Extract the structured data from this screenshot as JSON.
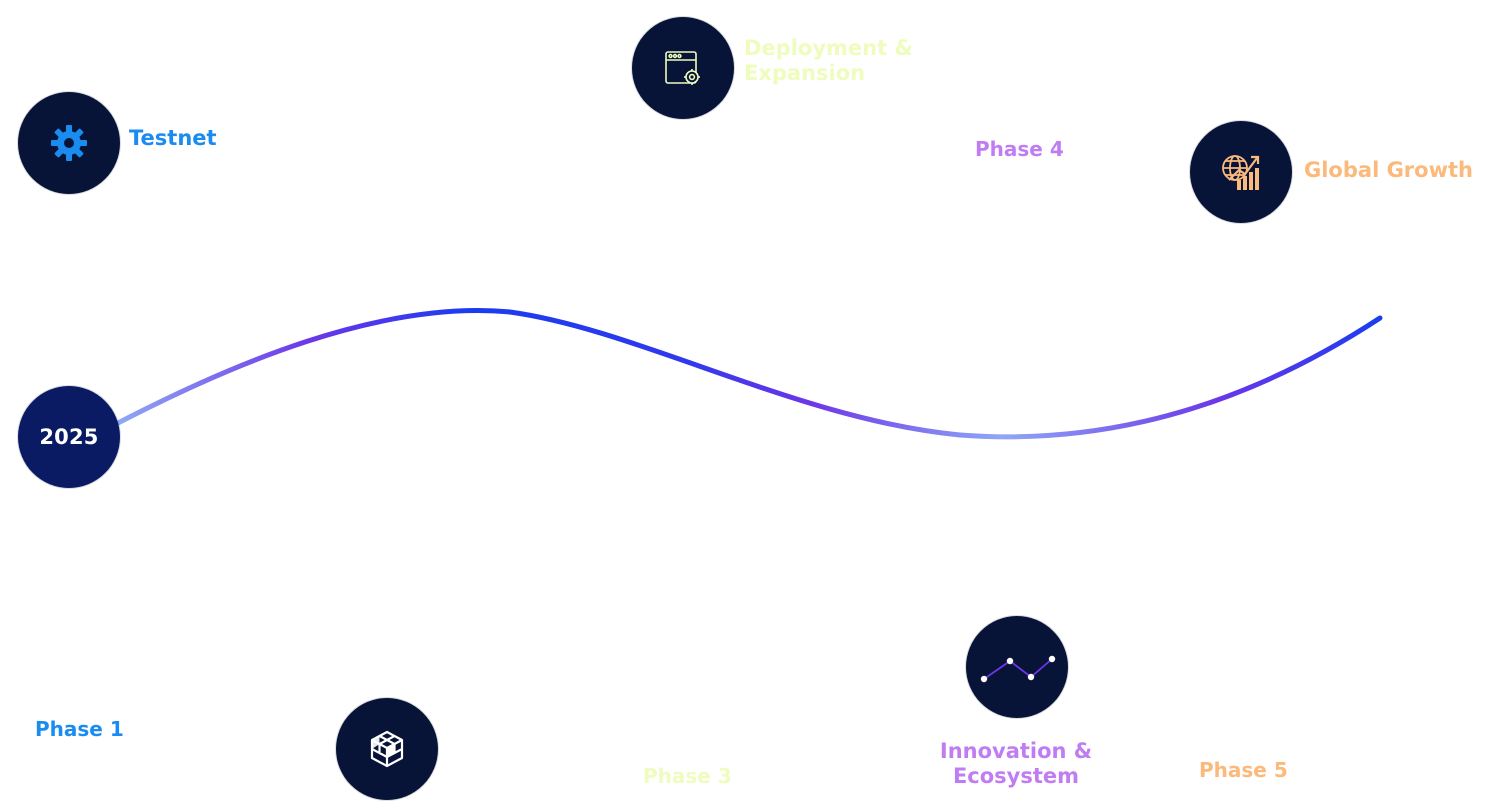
{
  "year": "2025",
  "colors": {
    "phase1": "#1a8cf0",
    "phase3": "#eefcbd",
    "phase4": "#c07df2",
    "phase5": "#fbb97c",
    "node_bg": "#071437",
    "year_bg": "#0a1b63",
    "curve_start": "#8fa8f5",
    "curve_mid": "#6d37e8",
    "curve_end": "#1a3cf0"
  },
  "milestones": [
    {
      "label": "Testnet",
      "icon": "gear-icon"
    },
    {
      "label": "Deployment & Expansion",
      "line1": "Deployment &",
      "line2": "Expansion",
      "icon": "browser-settings-icon"
    },
    {
      "label": "Global Growth",
      "icon": "globe-growth-chart-icon"
    },
    {
      "label": "Innovation & Ecosystem",
      "line1": "Innovation &",
      "line2": "Ecosystem",
      "icon": "line-graph-icon"
    },
    {
      "icon": "cube-blocks-icon"
    }
  ],
  "phases": {
    "p1": "Phase 1",
    "p3": "Phase 3",
    "p4": "Phase 4",
    "p5": "Phase 5"
  }
}
